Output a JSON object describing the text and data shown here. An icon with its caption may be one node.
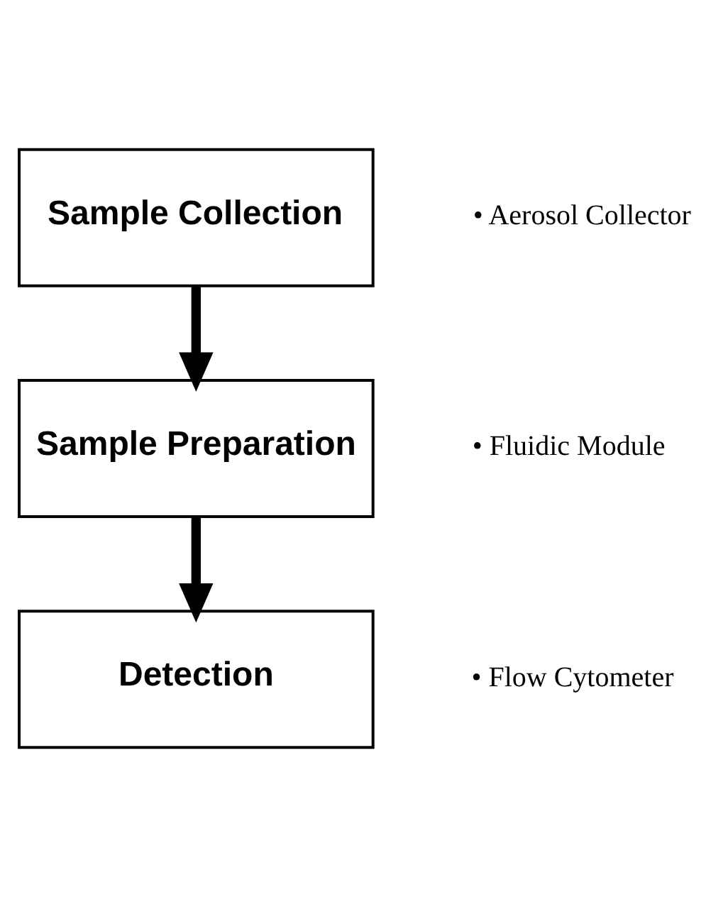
{
  "diagram": {
    "nodes": [
      {
        "text": [
          "Sample Collection"
        ],
        "beside": [
          "• Aerosol Collector"
        ]
      },
      {
        "text": [
          "Sample Preparation"
        ],
        "beside": [
          "• Fluidic Module"
        ]
      },
      {
        "text": [
          "Detection"
        ],
        "beside": [
          "• Flow Cytometer"
        ]
      }
    ],
    "edges": [
      {
        "from": 0,
        "to": 1,
        "arrow": "to"
      },
      {
        "from": 1,
        "to": 2,
        "arrow": "to"
      }
    ]
  }
}
